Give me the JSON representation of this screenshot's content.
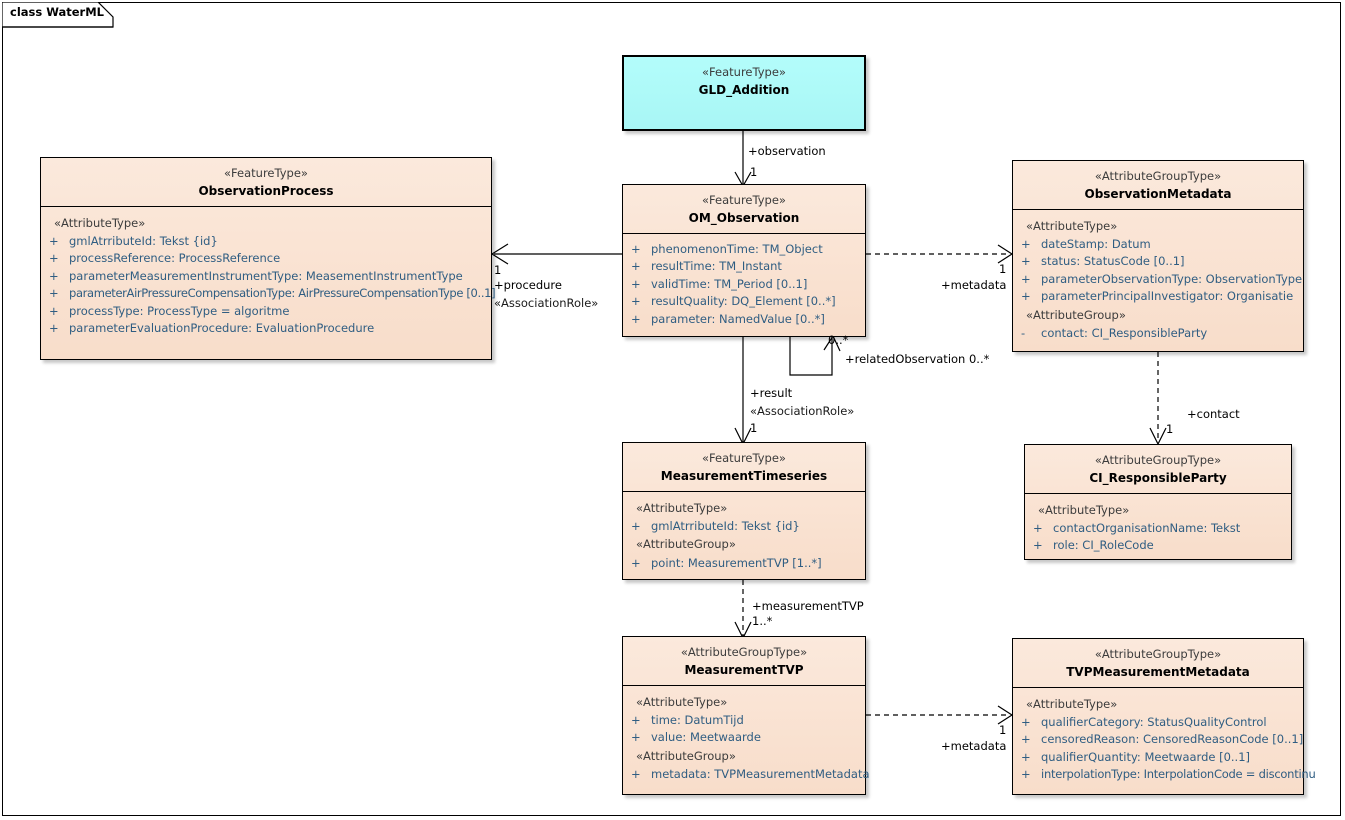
{
  "diagram": {
    "frame_label": "class WaterML",
    "colors": {
      "class_fill_peach": "#fae4d3",
      "class_fill_cyan": "#b0fdfb",
      "border": "#000000",
      "attribute_text": "#2f5d82",
      "stereotype_text": "#3c3c3c"
    }
  },
  "classes": {
    "gld_addition": {
      "stereotype": "«FeatureType»",
      "name": "GLD_Addition",
      "groups": []
    },
    "observation_process": {
      "stereotype": "«FeatureType»",
      "name": "ObservationProcess",
      "groups": [
        {
          "label": "«AttributeType»",
          "attributes": [
            {
              "vis": "+",
              "text": "gmlAtrributeId: Tekst {id}"
            },
            {
              "vis": "+",
              "text": "processReference: ProcessReference"
            },
            {
              "vis": "+",
              "text": "parameterMeasurementInstrumentType: MeasementInstrumentType"
            },
            {
              "vis": "+",
              "text": "parameterAirPressureCompensationType: AirPressureCompensationType [0..1]"
            },
            {
              "vis": "+",
              "text": "processType: ProcessType = algoritme"
            },
            {
              "vis": "+",
              "text": "parameterEvaluationProcedure: EvaluationProcedure"
            }
          ]
        }
      ]
    },
    "om_observation": {
      "stereotype": "«FeatureType»",
      "name": "OM_Observation",
      "groups": [
        {
          "label": "",
          "attributes": [
            {
              "vis": "+",
              "text": "phenomenonTime: TM_Object"
            },
            {
              "vis": "+",
              "text": "resultTime: TM_Instant"
            },
            {
              "vis": "+",
              "text": "validTime: TM_Period [0..1]"
            },
            {
              "vis": "+",
              "text": "resultQuality: DQ_Element [0..*]"
            },
            {
              "vis": "+",
              "text": "parameter: NamedValue [0..*]"
            }
          ]
        }
      ]
    },
    "observation_metadata": {
      "stereotype": "«AttributeGroupType»",
      "name": "ObservationMetadata",
      "groups": [
        {
          "label": "«AttributeType»",
          "attributes": [
            {
              "vis": "+",
              "text": "dateStamp: Datum"
            },
            {
              "vis": "+",
              "text": "status: StatusCode [0..1]"
            },
            {
              "vis": "+",
              "text": "parameterObservationType: ObservationType"
            },
            {
              "vis": "+",
              "text": "parameterPrincipalInvestigator: Organisatie"
            }
          ]
        },
        {
          "label": "«AttributeGroup»",
          "attributes": [
            {
              "vis": "-",
              "text": "contact: CI_ResponsibleParty"
            }
          ]
        }
      ]
    },
    "measurement_timeseries": {
      "stereotype": "«FeatureType»",
      "name": "MeasurementTimeseries",
      "groups": [
        {
          "label": "«AttributeType»",
          "attributes": [
            {
              "vis": "+",
              "text": "gmlAtrributeId: Tekst {id}"
            }
          ]
        },
        {
          "label": "«AttributeGroup»",
          "attributes": [
            {
              "vis": "+",
              "text": "point: MeasurementTVP [1..*]"
            }
          ]
        }
      ]
    },
    "ci_responsible_party": {
      "stereotype": "«AttributeGroupType»",
      "name": "CI_ResponsibleParty",
      "groups": [
        {
          "label": "«AttributeType»",
          "attributes": [
            {
              "vis": "+",
              "text": "contactOrganisationName: Tekst"
            },
            {
              "vis": "+",
              "text": "role: CI_RoleCode"
            }
          ]
        }
      ]
    },
    "measurement_tvp": {
      "stereotype": "«AttributeGroupType»",
      "name": "MeasurementTVP",
      "groups": [
        {
          "label": "«AttributeType»",
          "attributes": [
            {
              "vis": "+",
              "text": "time: DatumTijd"
            },
            {
              "vis": "+",
              "text": "value: Meetwaarde"
            }
          ]
        },
        {
          "label": "«AttributeGroup»",
          "attributes": [
            {
              "vis": "+",
              "text": "metadata: TVPMeasurementMetadata"
            }
          ]
        }
      ]
    },
    "tvp_measurement_metadata": {
      "stereotype": "«AttributeGroupType»",
      "name": "TVPMeasurementMetadata",
      "groups": [
        {
          "label": "«AttributeType»",
          "attributes": [
            {
              "vis": "+",
              "text": "qualifierCategory: StatusQualityControl"
            },
            {
              "vis": "+",
              "text": "censoredReason: CensoredReasonCode [0..1]"
            },
            {
              "vis": "+",
              "text": "qualifierQuantity: Meetwaarde [0..1]"
            },
            {
              "vis": "+",
              "text": "interpolationType: InterpolationCode = discontinu"
            }
          ]
        }
      ]
    }
  },
  "connectors": {
    "observation": {
      "role": "+observation",
      "multiplicity": "1"
    },
    "procedure": {
      "multiplicity": "1",
      "role": "+procedure",
      "stereotype": "«AssociationRole»"
    },
    "metadata_top": {
      "multiplicity": "1",
      "role": "+metadata"
    },
    "related_observation": {
      "multiplicity": "0..*",
      "role": "+relatedObservation 0..*"
    },
    "result": {
      "role": "+result",
      "stereotype": "«AssociationRole»",
      "multiplicity": "1"
    },
    "contact": {
      "role": "+contact",
      "multiplicity": "1"
    },
    "measurement_tvp": {
      "role": "+measurementTVP",
      "multiplicity": "1..*"
    },
    "metadata_bottom": {
      "multiplicity": "1",
      "role": "+metadata"
    }
  }
}
